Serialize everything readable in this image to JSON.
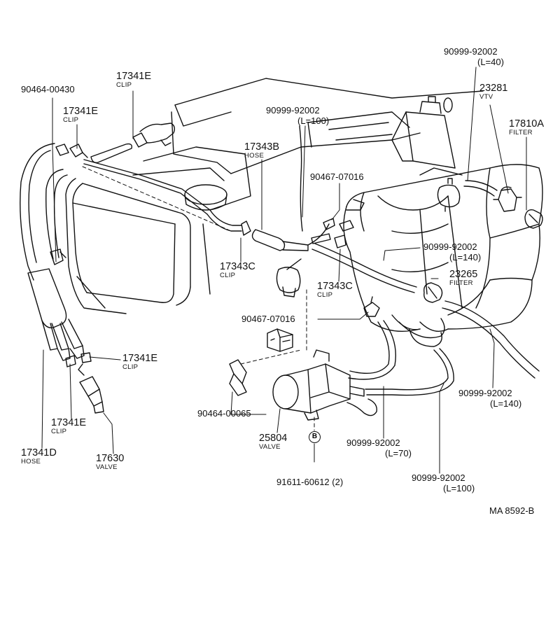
{
  "parts": {
    "p17341E_a": {
      "number": "17341E",
      "name": "CLIP"
    },
    "p90464_00430": {
      "number": "90464-00430"
    },
    "p17341E_b": {
      "number": "17341E",
      "name": "CLIP"
    },
    "p90999_l40": {
      "number": "90999-92002",
      "length": "(L=40)"
    },
    "p23281": {
      "number": "23281",
      "name": "VTV"
    },
    "p17810A": {
      "number": "17810A",
      "name": "FILTER"
    },
    "p90999_l100_top": {
      "number": "90999-92002",
      "length": "(L=100)"
    },
    "p17343B": {
      "number": "17343B",
      "name": "HOSE"
    },
    "p90467_07016_a": {
      "number": "90467-07016"
    },
    "p90999_l140_a": {
      "number": "90999-92002",
      "length": "(L=140)"
    },
    "p17343C_a": {
      "number": "17343C",
      "name": "CLIP"
    },
    "p23265": {
      "number": "23265",
      "name": "FILTER"
    },
    "p17343C_b": {
      "number": "17343C",
      "name": "CLIP"
    },
    "p90467_07016_b": {
      "number": "90467-07016"
    },
    "p17341E_c": {
      "number": "17341E",
      "name": "CLIP"
    },
    "p90999_l140_b": {
      "number": "90999-92002",
      "length": "(L=140)"
    },
    "p90464_00065": {
      "number": "90464-00065"
    },
    "p17341E_d": {
      "number": "17341E",
      "name": "CLIP"
    },
    "p25804": {
      "number": "25804",
      "name": "VALVE"
    },
    "p90999_l70": {
      "number": "90999-92002",
      "length": "(L=70)"
    },
    "p17341D": {
      "number": "17341D",
      "name": "HOSE"
    },
    "p17630": {
      "number": "17630",
      "name": "VALVE"
    },
    "p91611": {
      "number": "91611-60612 (2)"
    },
    "p90999_l100_bot": {
      "number": "90999-92002",
      "length": "(L=100)"
    }
  },
  "callout_b": "B",
  "drawing_code": "MA 8592-B",
  "colors": {
    "ink": "#111111",
    "paper": "#ffffff"
  }
}
